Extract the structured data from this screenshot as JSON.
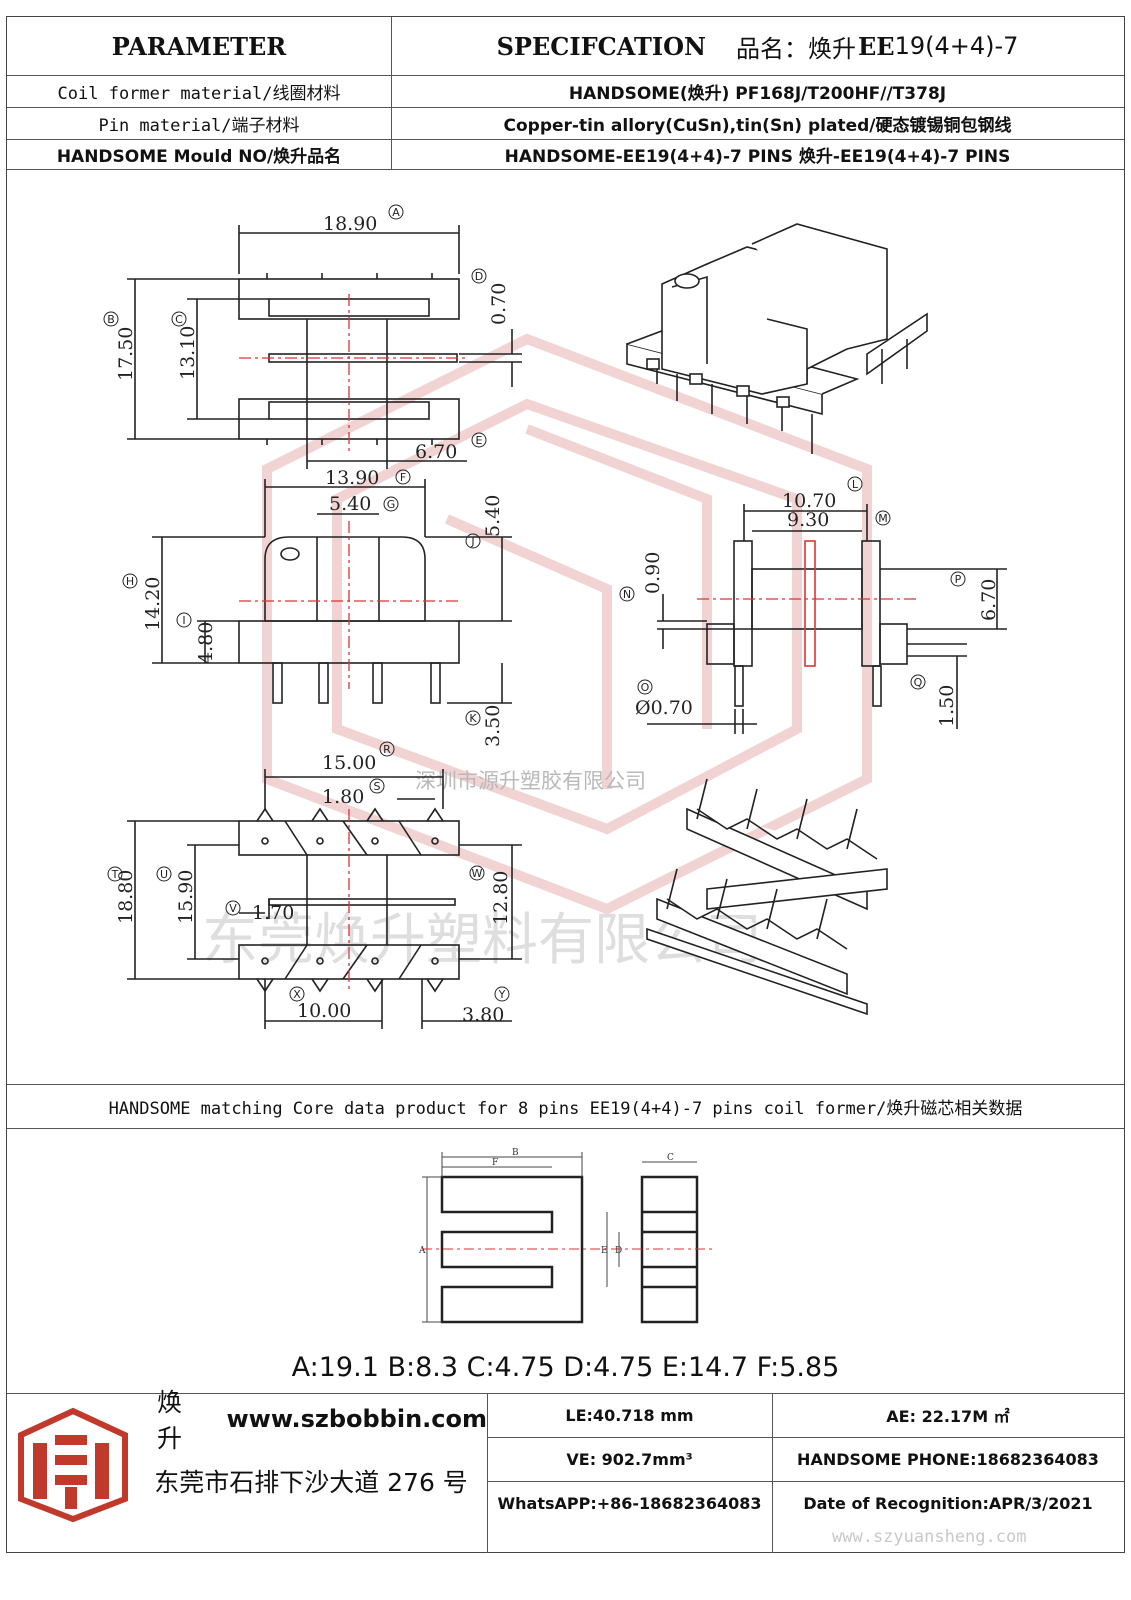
{
  "header": {
    "parameter": "PARAMETER",
    "specification": "SPECIFCATION",
    "product_name_label": "品名：焕升",
    "product_code_bold": "EE",
    "product_code_rest": "19(4+4)-7"
  },
  "rows": [
    {
      "label": "Coil former material/线圈材料",
      "value": "HANDSOME(焕升)   PF168J/T200HF//T378J"
    },
    {
      "label": "Pin material/端子材料",
      "value": "Copper-tin allory(CuSn),tin(Sn) plated/硬态镀锡铜包钢线"
    },
    {
      "label": "HANDSOME Mould NO/焕升品名",
      "value": "HANDSOME-EE19(4+4)-7 PINS    焕升-EE19(4+4)-7 PINS"
    }
  ],
  "drawing": {
    "dims": {
      "A": "18.90",
      "B": "17.50",
      "C": "13.10",
      "D": "0.70",
      "E": "6.70",
      "F": "13.90",
      "G": "5.40",
      "H": "14.20",
      "I": "4.80",
      "J": "5.40",
      "K": "3.50",
      "L": "10.70",
      "M": "9.30",
      "N": "0.90",
      "O": "Ø0.70",
      "P": "6.70",
      "Q": "1.50",
      "R": "15.00",
      "S": "1.80",
      "T": "18.80",
      "U": "15.90",
      "V": "1.70",
      "W": "12.80",
      "X": "10.00",
      "Y": "3.80"
    },
    "watermark_small": "深圳市源升塑胶有限公司",
    "watermark_large": "东莞焕升塑料有限公司"
  },
  "core": {
    "title": "HANDSOME matching Core data  product for 8 pins EE19(4+4)-7 pins coil former/焕升磁芯相关数据",
    "letters": [
      "A",
      "B",
      "C",
      "D",
      "E",
      "F"
    ],
    "values_line": "A:19.1 B:8.3 C:4.75 D:4.75 E:14.7 F:5.85"
  },
  "footer": {
    "brand": "焕升",
    "website": "www.szbobbin.com",
    "address": "东莞市石排下沙大道 276 号",
    "le": "LE:40.718 mm",
    "ae": "AE:   22.17M ㎡",
    "ve": "VE: 902.7mm³",
    "phone": "HANDSOME PHONE:18682364083",
    "whatsapp": "WhatsAPP:+86-18682364083",
    "date": "Date of Recognition:APR/3/2021",
    "watermark_url": "www.szyuansheng.com"
  },
  "colors": {
    "accent": "#c0392b",
    "watermark": "#e8a8a8",
    "line": "#222222"
  }
}
